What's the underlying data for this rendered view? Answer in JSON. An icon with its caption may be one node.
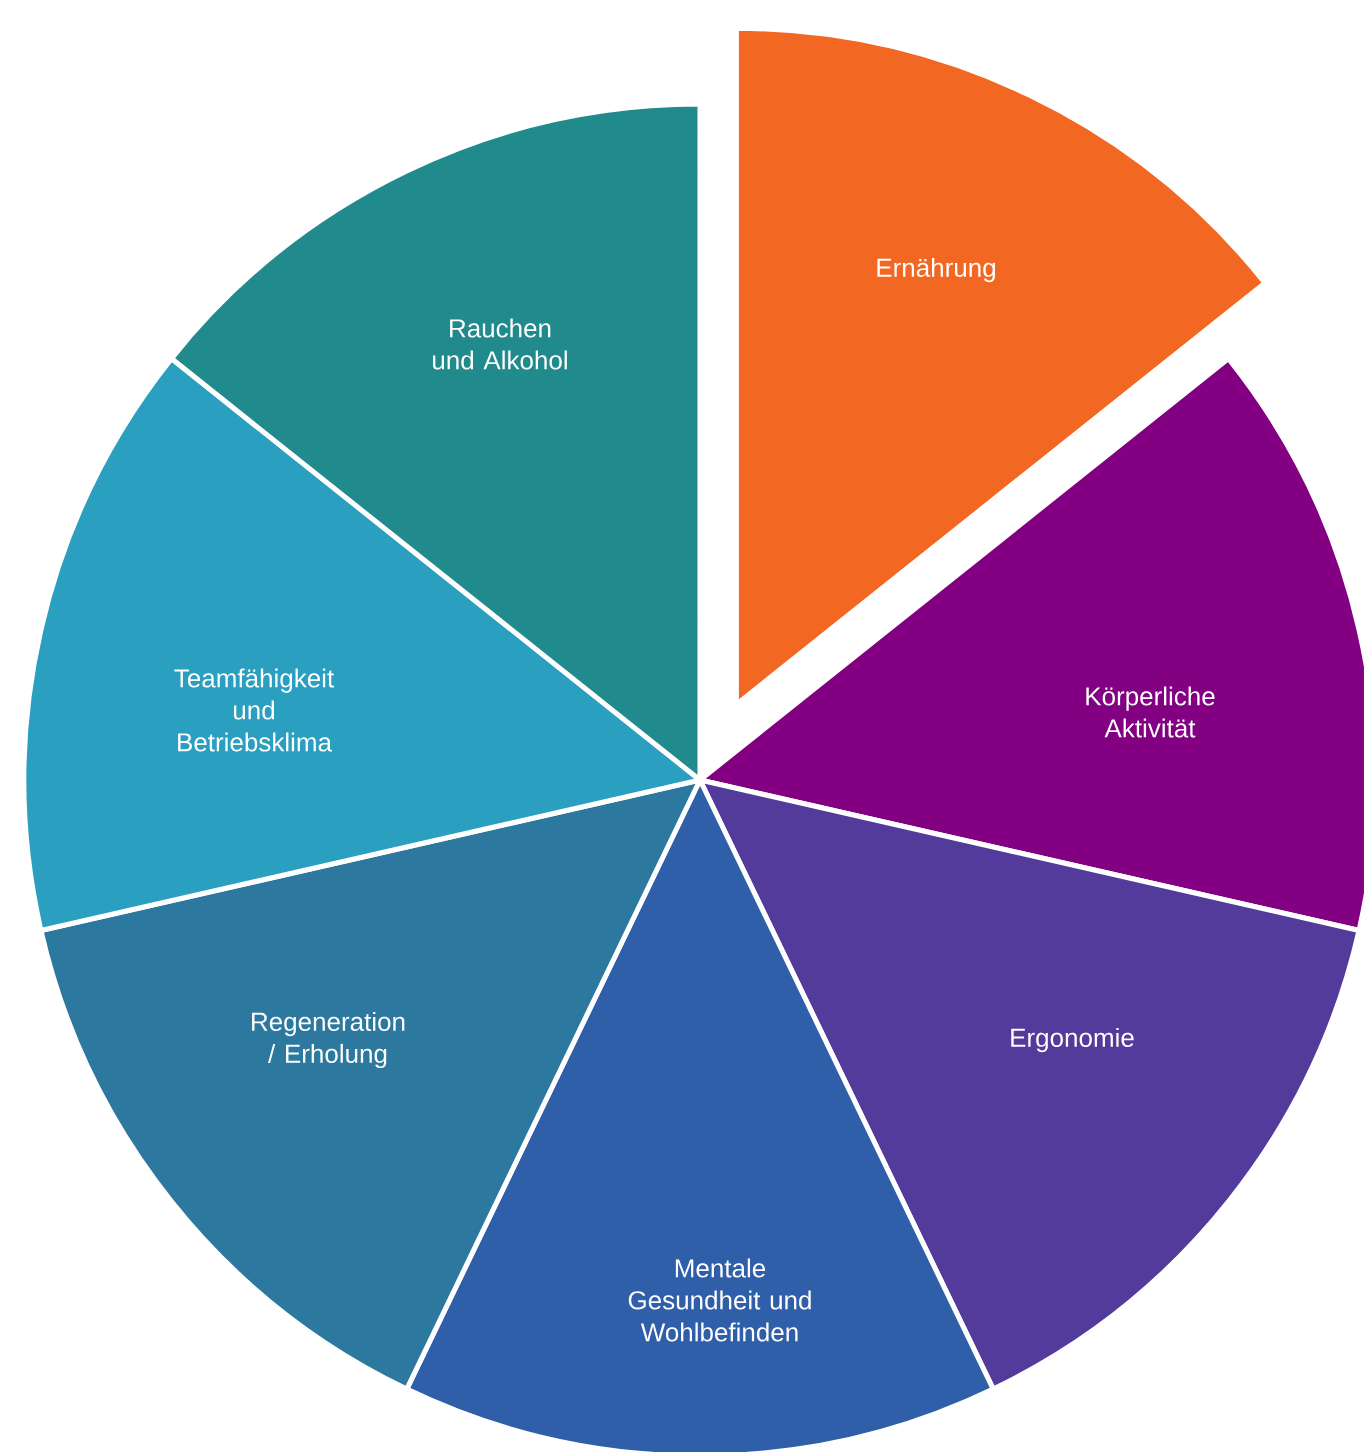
{
  "diagram": {
    "nodes": [
      {
        "text": [
          "Ernährung"
        ]
      },
      {
        "text": [
          "Körperliche Aktivität"
        ]
      },
      {
        "text": [
          "Ergonomie"
        ]
      },
      {
        "text": [
          "Mentale Gesundheit und Wohlbefinden"
        ]
      },
      {
        "text": [
          "Regeneration / Erholung"
        ]
      },
      {
        "text": [
          "Teamfähigkeit und Betriebsklima"
        ]
      },
      {
        "text": [
          "Rauchen und Alkohol"
        ]
      }
    ]
  }
}
